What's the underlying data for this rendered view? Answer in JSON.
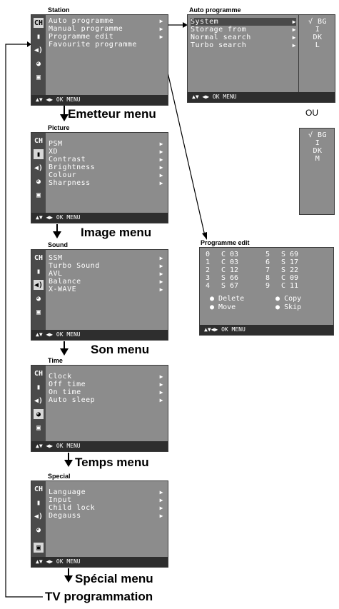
{
  "menus": [
    {
      "title": "Station",
      "caption": "Emetteur menu",
      "selected": 0,
      "items": [
        "Auto programme",
        "Manual programme",
        "Programme edit",
        "Favourite programme"
      ],
      "arrows": [
        true,
        true,
        true,
        false
      ]
    },
    {
      "title": "Picture",
      "caption": "Image menu",
      "selected": 1,
      "items": [
        "PSM",
        "XD",
        "Contrast",
        "Brightness",
        "Colour",
        "Sharpness"
      ],
      "arrows": [
        true,
        true,
        true,
        true,
        true,
        true
      ]
    },
    {
      "title": "Sound",
      "caption": "Son menu",
      "selected": 2,
      "items": [
        "SSM",
        "Turbo Sound",
        "AVL",
        "Balance",
        "X-WAVE"
      ],
      "arrows": [
        true,
        true,
        true,
        true,
        true
      ]
    },
    {
      "title": "Time",
      "caption": "Temps menu",
      "selected": 3,
      "items": [
        "Clock",
        "Off time",
        "On time",
        "Auto sleep"
      ],
      "arrows": [
        true,
        true,
        true,
        true
      ]
    },
    {
      "title": "Special",
      "caption": "Spécial menu",
      "selected": 4,
      "items": [
        "Language",
        "Input",
        "Child lock",
        "Degauss"
      ],
      "arrows": [
        true,
        true,
        true,
        true
      ]
    }
  ],
  "side_icons": [
    "CH",
    "▮",
    "◀)",
    "◕",
    "▣"
  ],
  "nav_bar": "▲▼ ◀▶ OK MENU",
  "auto_programme": {
    "title": "Auto programme",
    "items": [
      "System",
      "Storage from",
      "Normal search",
      "Turbo search"
    ],
    "systems_1": [
      "BG",
      "I",
      "DK",
      "L"
    ],
    "systems_2": [
      "BG",
      "I",
      "DK",
      "M"
    ],
    "check": "√",
    "ou": "OU"
  },
  "programme_edit": {
    "title": "Programme edit",
    "rows": [
      [
        "0",
        "C 03",
        "5",
        "S 69"
      ],
      [
        "1",
        "C 03",
        "6",
        "S 17"
      ],
      [
        "2",
        "C 12",
        "7",
        "S 22"
      ],
      [
        "3",
        "S 66",
        "8",
        "C 09"
      ],
      [
        "4",
        "S 67",
        "9",
        "C 11"
      ]
    ],
    "actions": [
      "Delete",
      "Copy",
      "Move",
      "Skip"
    ],
    "nav": "▲▼◀▶ OK MENU"
  },
  "footer": "TV programmation"
}
